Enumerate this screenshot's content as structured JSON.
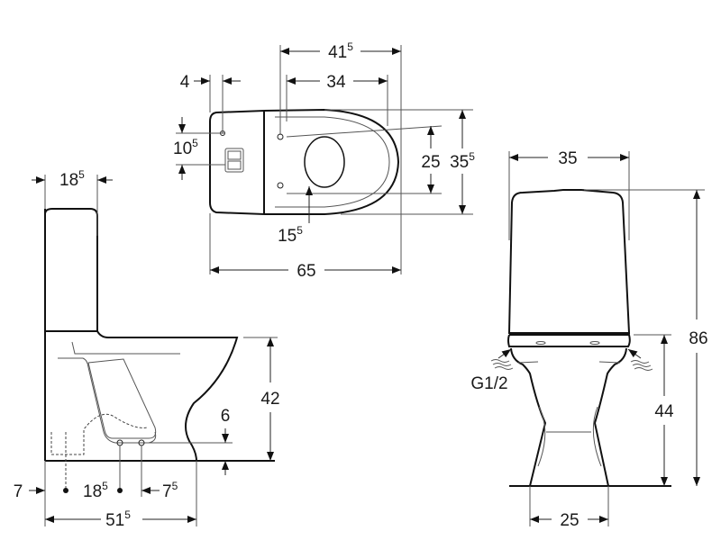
{
  "labels": {
    "top_overall_width": {
      "main": "41",
      "sup": "5"
    },
    "top_seat_width": {
      "main": "34",
      "sup": ""
    },
    "top_tank_offset": {
      "main": "4",
      "sup": ""
    },
    "top_control_height": {
      "main": "10",
      "sup": "5"
    },
    "top_hinge_spacing": {
      "main": "25",
      "sup": ""
    },
    "top_overall_depth": {
      "main": "35",
      "sup": "5"
    },
    "top_hinge_offset": {
      "main": "15",
      "sup": "5"
    },
    "top_overall_length": {
      "main": "65",
      "sup": ""
    },
    "side_tank_depth": {
      "main": "18",
      "sup": "5"
    },
    "side_seat_height": {
      "main": "42",
      "sup": ""
    },
    "side_fixing_height": {
      "main": "6",
      "sup": ""
    },
    "side_wall_offset": {
      "main": "7",
      "sup": ""
    },
    "side_outlet_spacing": {
      "main": "18",
      "sup": "5"
    },
    "side_fixing_offset": {
      "main": "7",
      "sup": "5"
    },
    "side_overall_length": {
      "main": "51",
      "sup": "5"
    },
    "front_tank_width": {
      "main": "35",
      "sup": ""
    },
    "front_total_height": {
      "main": "86",
      "sup": ""
    },
    "front_seat_height": {
      "main": "44",
      "sup": ""
    },
    "front_base_width": {
      "main": "25",
      "sup": ""
    },
    "front_water_inlet": {
      "main": "G1/2",
      "sup": ""
    }
  }
}
